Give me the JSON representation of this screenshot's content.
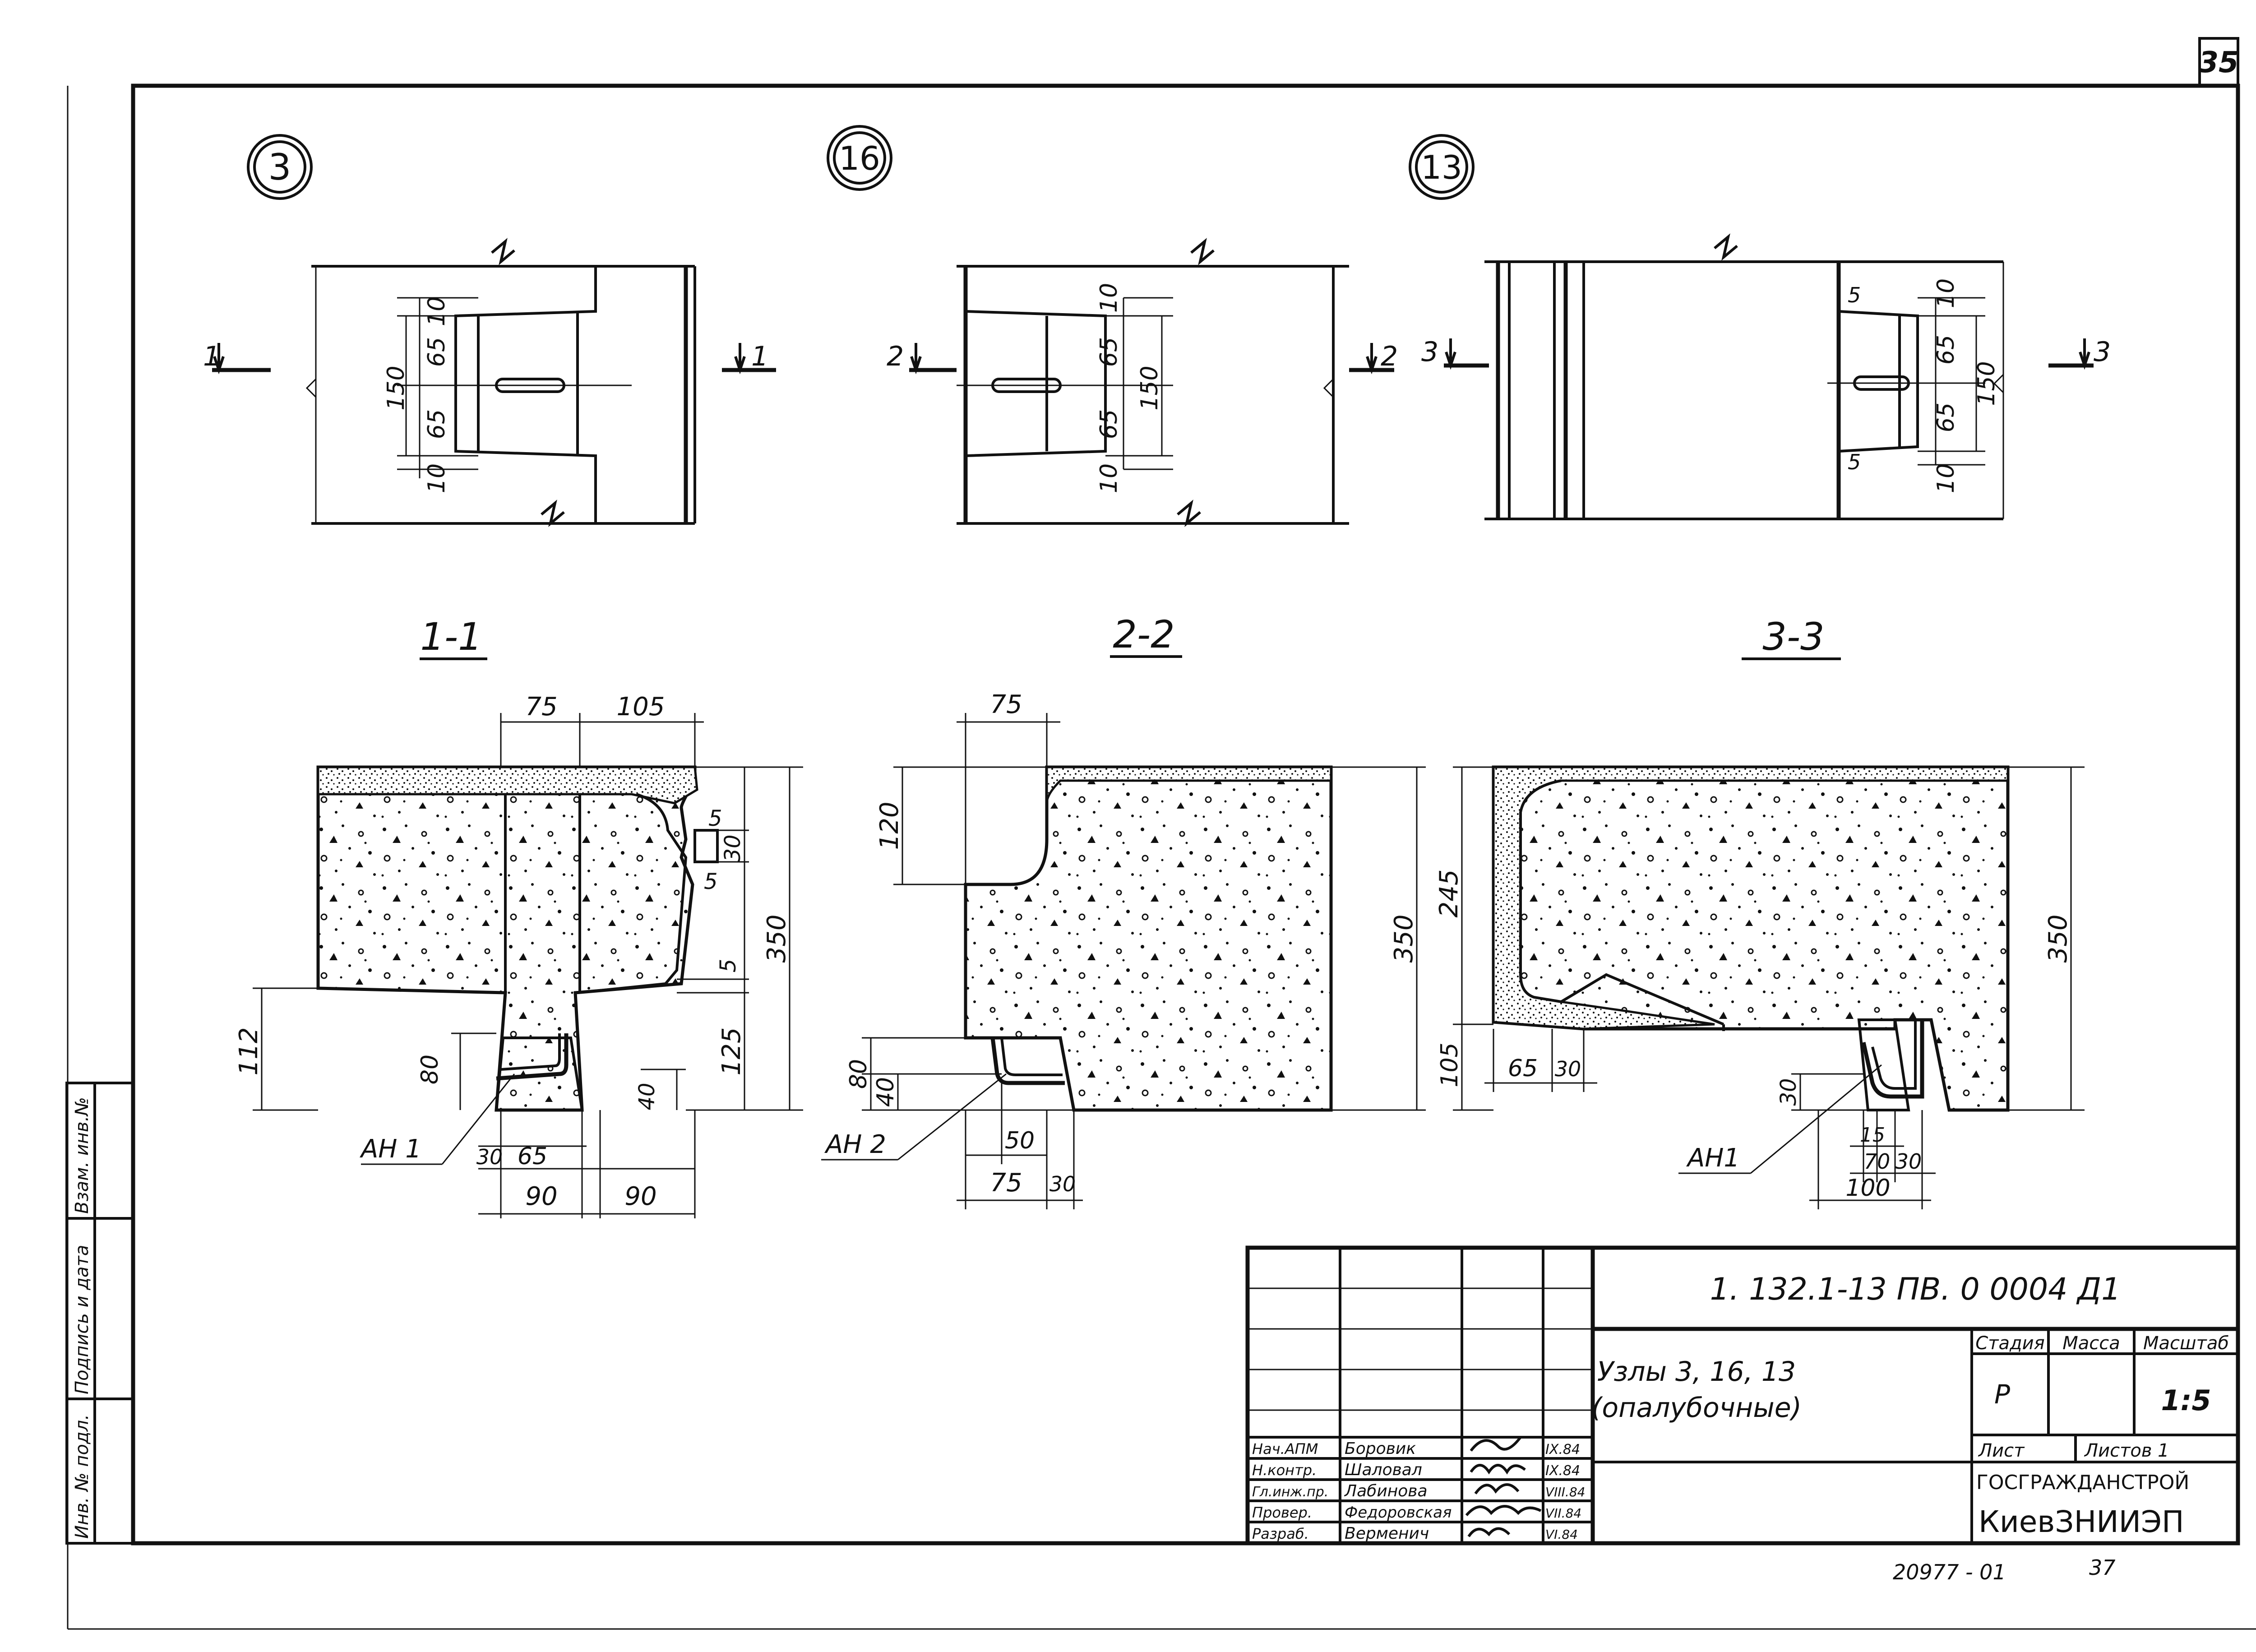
{
  "sheet": {
    "page_no": "35",
    "bottom_note_left": "20977 - 01",
    "bottom_note_right": "37"
  },
  "margin_stamps": [
    "Взам. инв.№",
    "Подпись и дата",
    "Инв. № подл."
  ],
  "details": {
    "d3": {
      "marker": "3",
      "section_left": "1",
      "section_right": "1",
      "dims": [
        "10",
        "65",
        "150",
        "65",
        "10"
      ]
    },
    "d16": {
      "marker": "16",
      "section_left": "2",
      "section_right": "2",
      "dims": [
        "10",
        "65",
        "150",
        "65",
        "10"
      ]
    },
    "d13": {
      "marker": "13",
      "section_left": "3",
      "section_right": "3",
      "dims": [
        "5",
        "10",
        "65",
        "150",
        "65",
        "5",
        "10"
      ]
    }
  },
  "sections": {
    "s11": {
      "title": "1-1",
      "dims": [
        "75",
        "105",
        "5",
        "30",
        "5",
        "350",
        "5",
        "125",
        "112",
        "80",
        "40",
        "30",
        "65",
        "90",
        "90"
      ],
      "anchor": "АН 1"
    },
    "s22": {
      "title": "2-2",
      "dims": [
        "75",
        "120",
        "350",
        "80",
        "40",
        "50",
        "75",
        "30"
      ],
      "anchor": "АН 2"
    },
    "s33": {
      "title": "3-3",
      "dims": [
        "245",
        "350",
        "105",
        "65",
        "30",
        "30",
        "15",
        "70",
        "30",
        "100"
      ],
      "anchor": "АН1"
    }
  },
  "title_block": {
    "code": "1. 132.1-13 ПВ. 0   0004 Д1",
    "name_line1": "Узлы 3, 16, 13",
    "name_line2": "(опалубочные)",
    "stage_label": "Стадия",
    "mass_label": "Масса",
    "scale_label": "Масштаб",
    "stage_value": "Р",
    "mass_value": "",
    "scale_value": "1:5",
    "sheet_label": "Лист",
    "sheets_label": "Листов 1",
    "org1": "ГОСГРАЖДАНСТРОЙ",
    "org2": "КиевЗНИИЭП",
    "rows": [
      {
        "role": "Нач.АПМ",
        "name": "Боровик",
        "date": "IX.84"
      },
      {
        "role": "Н.контр.",
        "name": "Шаловал",
        "date": "IX.84"
      },
      {
        "role": "Гл.инж.пр.",
        "name": "Лабинова",
        "date": "VIII.84"
      },
      {
        "role": "Провер.",
        "name": "Федоровская",
        "date": "VII.84"
      },
      {
        "role": "Разраб.",
        "name": "Верменич",
        "date": "VI.84"
      }
    ]
  }
}
